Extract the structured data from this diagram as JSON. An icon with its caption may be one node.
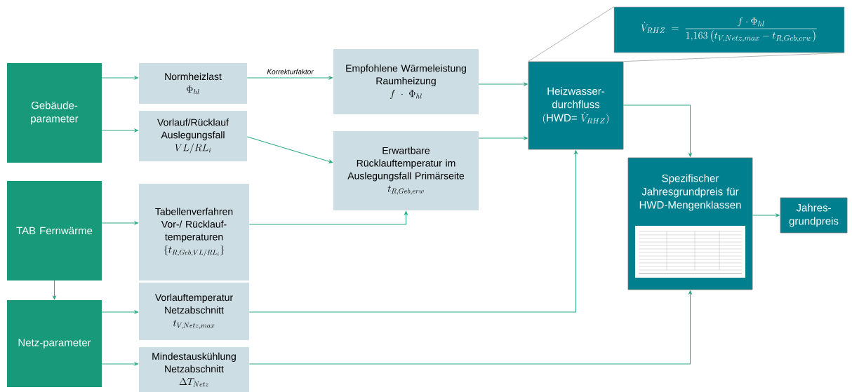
{
  "diagram": {
    "nodes": [
      {
        "text": [
          "Gebäude-parameter"
        ]
      },
      {
        "text": [
          "TAB Fernwärme"
        ]
      },
      {
        "text": [
          "Netz-parameter"
        ]
      },
      {
        "text": [
          "Normheizlast",
          "\\Phi_{hl}"
        ]
      },
      {
        "text": [
          "Vorlauf/Rücklauf Auslegungsfall",
          "VL/RL_i"
        ]
      },
      {
        "text": [
          "Tabellenverfahren Vor-/ Rücklauf-temperaturen",
          "\\{t_{R,Geb,VL/RL_i}\\}"
        ]
      },
      {
        "text": [
          "Vorlauftemperatur Netzabschnitt",
          "t_{V,Netz,max}"
        ]
      },
      {
        "text": [
          "Mindestauskühlung Netzabschnitt",
          "\\Delta T_{Netz}"
        ]
      },
      {
        "text": [
          "Empfohlene Wärmeleistung Raumheizung",
          "f\\cdot\\Phi_{hl}"
        ]
      },
      {
        "text": [
          "Erwartbare Rücklauftemperatur im Auslegungsfall Primärseite",
          "t_{R,Geb,erw}"
        ]
      },
      {
        "text": [
          "Heizwasser-durchfluss",
          "(\\text{HWD=}\\ \\dot{V}_{RHZ})"
        ]
      },
      {
        "text": [
          "\\dot{V}_{RHZ} = \\frac{f\\cdot\\Phi_{hl}}{1{,}163\\left(t_{V,Netz,max}-t_{R,Geb,erw}\\right)}"
        ]
      },
      {
        "text": [
          "Spezifischer Jahresgrundpreis für HWD-Mengenklassen"
        ]
      },
      {
        "text": [
          "Jahres-grundpreis"
        ]
      }
    ],
    "edges": [
      {
        "from": 0,
        "to": 3,
        "arrow": "to"
      },
      {
        "from": 0,
        "to": 4,
        "arrow": "to"
      },
      {
        "from": 1,
        "to": 5,
        "arrow": "to"
      },
      {
        "from": 1,
        "to": 2,
        "arrow": "to"
      },
      {
        "from": 2,
        "to": 6,
        "arrow": "to"
      },
      {
        "from": 2,
        "to": 7,
        "arrow": "to"
      },
      {
        "from": 3,
        "to": 8,
        "arrow": "to",
        "label": "Korrekturfaktor"
      },
      {
        "from": 4,
        "to": 9,
        "arrow": "to"
      },
      {
        "from": 5,
        "to": 9,
        "arrow": "to"
      },
      {
        "from": 8,
        "to": 10,
        "arrow": "to"
      },
      {
        "from": 9,
        "to": 10,
        "arrow": "to"
      },
      {
        "from": 6,
        "to": 10,
        "arrow": "to"
      },
      {
        "from": 7,
        "to": 12,
        "arrow": "to"
      },
      {
        "from": 10,
        "to": 12,
        "arrow": "to"
      },
      {
        "from": 12,
        "to": 13,
        "arrow": "to"
      },
      {
        "from": 10,
        "to": 11,
        "arrow": "none",
        "color": "#7f7f7f"
      },
      {
        "from": 10,
        "to": 11,
        "arrow": "none",
        "color": "#7f7f7f"
      }
    ]
  }
}
